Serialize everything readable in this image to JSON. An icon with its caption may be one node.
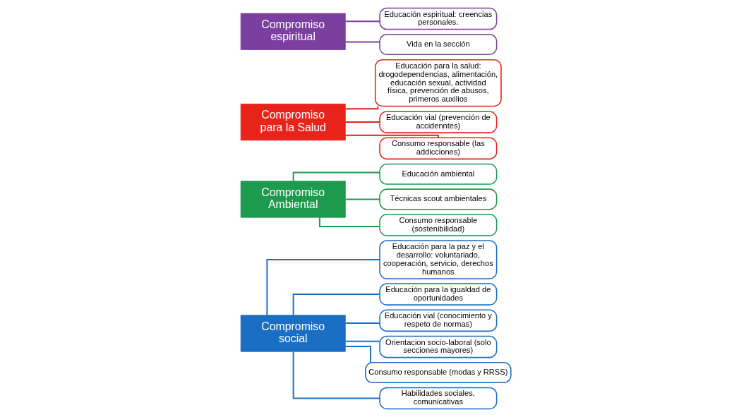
{
  "diagram": {
    "nodes": [
      {
        "text": [
          "Compromiso social"
        ]
      },
      {
        "text": [
          "Educación para la paz y el desarrollo: voluntariado, cooperación, servicio, derechos humanos"
        ]
      },
      {
        "text": [
          "Educación para la igualdad de oportunidades"
        ]
      },
      {
        "text": [
          "Educación vial (conocimiento y respeto de normas)"
        ]
      },
      {
        "text": [
          "Orientacion socio-laboral (solo secciones mayores)"
        ]
      },
      {
        "text": [
          "Consumo responsable (modas y RRSS)"
        ]
      },
      {
        "text": [
          "Habilidades sociales, comunicativas"
        ]
      },
      {
        "text": [
          "Compromiso Ambiental"
        ]
      },
      {
        "text": [
          "Educación ambiental"
        ]
      },
      {
        "text": [
          "Técnicas scout ambientales"
        ]
      },
      {
        "text": [
          "Consumo responsable (sostenibilidad)"
        ]
      },
      {
        "text": [
          "Compromiso para la Salud"
        ]
      },
      {
        "text": [
          "Educación para la salud: drogodependencias, alimentación, educación sexual, actividad física, prevención de abusos, primeros auxilios"
        ]
      },
      {
        "text": [
          "Educación vial (prevención de accidenntes)"
        ]
      },
      {
        "text": [
          "Consumo responsable (las addicciones)"
        ]
      },
      {
        "text": [
          "Compromiso espiritual"
        ]
      },
      {
        "text": [
          "Educación espiritual: creencias personales."
        ]
      },
      {
        "text": [
          "Vida en la sección"
        ]
      }
    ],
    "edges": [
      {
        "from": 0,
        "to": 1,
        "arrow": "none"
      },
      {
        "from": 0,
        "to": 2,
        "arrow": "none"
      },
      {
        "from": 0,
        "to": 3,
        "arrow": "none"
      },
      {
        "from": 0,
        "to": 4,
        "arrow": "none"
      },
      {
        "from": 0,
        "to": 5,
        "arrow": "none"
      },
      {
        "from": 0,
        "to": 6,
        "arrow": "none"
      },
      {
        "from": 7,
        "to": 8,
        "arrow": "none",
        "color": "#1e9a4e"
      },
      {
        "from": 7,
        "to": 9,
        "arrow": "none",
        "color": "#1e9a4e"
      },
      {
        "from": 7,
        "to": 10,
        "arrow": "none",
        "color": "#1e9a4e"
      },
      {
        "from": 11,
        "to": 12,
        "arrow": "none",
        "color": "#d9261c"
      },
      {
        "from": 11,
        "to": 13,
        "arrow": "none",
        "color": "#d9261c"
      },
      {
        "from": 11,
        "to": 14,
        "arrow": "none",
        "color": "#d9261c"
      },
      {
        "from": 15,
        "to": 16,
        "arrow": "none",
        "color": "#7b3fa0"
      },
      {
        "from": 15,
        "to": 17,
        "arrow": "none",
        "color": "#7b3fa0"
      }
    ]
  }
}
